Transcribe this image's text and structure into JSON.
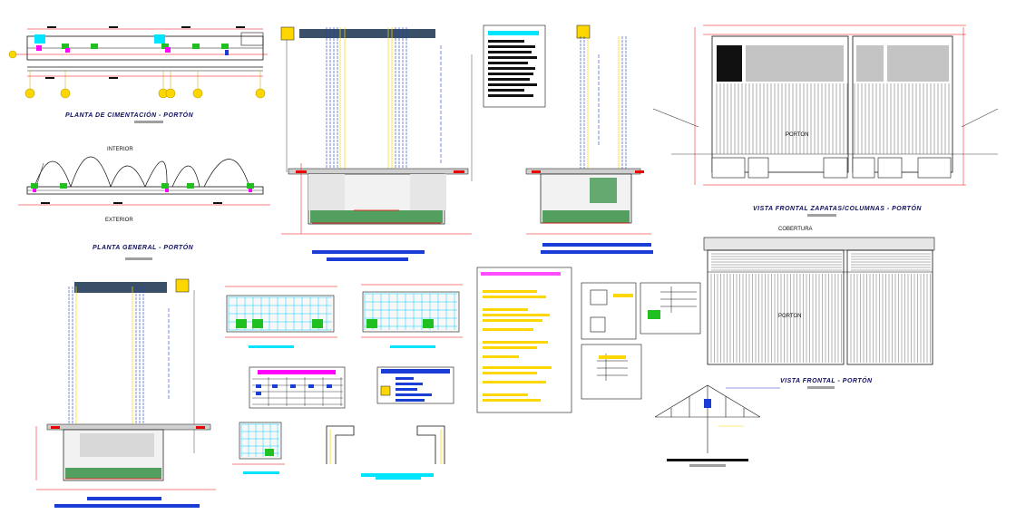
{
  "drawing": {
    "titles": {
      "planta_cimentacion": "PLANTA DE CIMENTACIÓN - PORTÓN",
      "planta_general": "PLANTA GENERAL - PORTÓN",
      "vista_frontal_zapatas": "VISTA FRONTAL ZAPATAS/COLUMNAS - PORTÓN",
      "vista_frontal": "VISTA FRONTAL - PORTÓN"
    },
    "labels": {
      "interior": "INTERIOR",
      "exterior": "EXTERIOR",
      "porton": "PORTON",
      "cobertura": "COBERTURA"
    }
  },
  "colors": {
    "structure": "#1a1a1a",
    "dimension_red": "#e00000",
    "rebar_blue": "#1a3dd6",
    "yellow": "#ffd700",
    "cyan": "#00e5ff",
    "magenta": "#ff00ff",
    "green": "#20c020",
    "navy_label": "#101060",
    "gray": "#a0a0a0"
  }
}
